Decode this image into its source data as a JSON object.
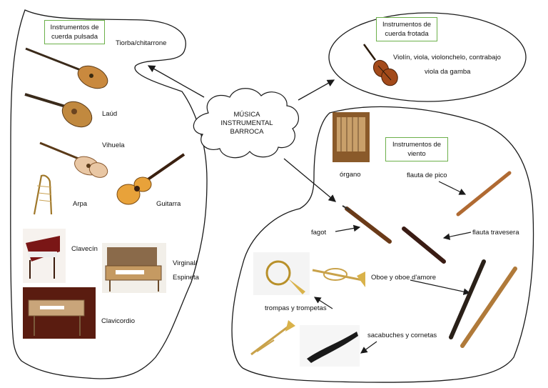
{
  "center": {
    "line1": "MÚSICA",
    "line2": "INSTRUMENTAL",
    "line3": "BARROCA"
  },
  "groups": {
    "pulsada": {
      "line1": "Instrumentos de",
      "line2": "cuerda pulsada"
    },
    "frotada": {
      "line1": "Instrumentos de",
      "line2": "cuerda frotada"
    },
    "viento": {
      "line1": "Instrumentos de",
      "line2": "viento"
    }
  },
  "labels": {
    "tiorba": "Tiorba/chitarrone",
    "laud": "Laúd",
    "vihuela": "Vihuela",
    "arpa": "Arpa",
    "guitarra": "Guitarra",
    "clavecin": "Clavecín",
    "virginal1": "Virginal/",
    "virginal2": "Espineta",
    "clavicordio": "Clavicordio",
    "violin": "Violín, viola, violonchelo, contrabajo",
    "gamba": "viola da gamba",
    "organo": "órgano",
    "flauta_pico": "flauta de pico",
    "fagot": "fagot",
    "flauta_travesera": "flauta travesera",
    "oboe": "Oboe y oboe d'amore",
    "trompas": "trompas y trompetas",
    "sacabuches": "sacabuches y cornetas"
  },
  "colors": {
    "box_border": "#6cb04a",
    "line": "#1a1a1a"
  }
}
